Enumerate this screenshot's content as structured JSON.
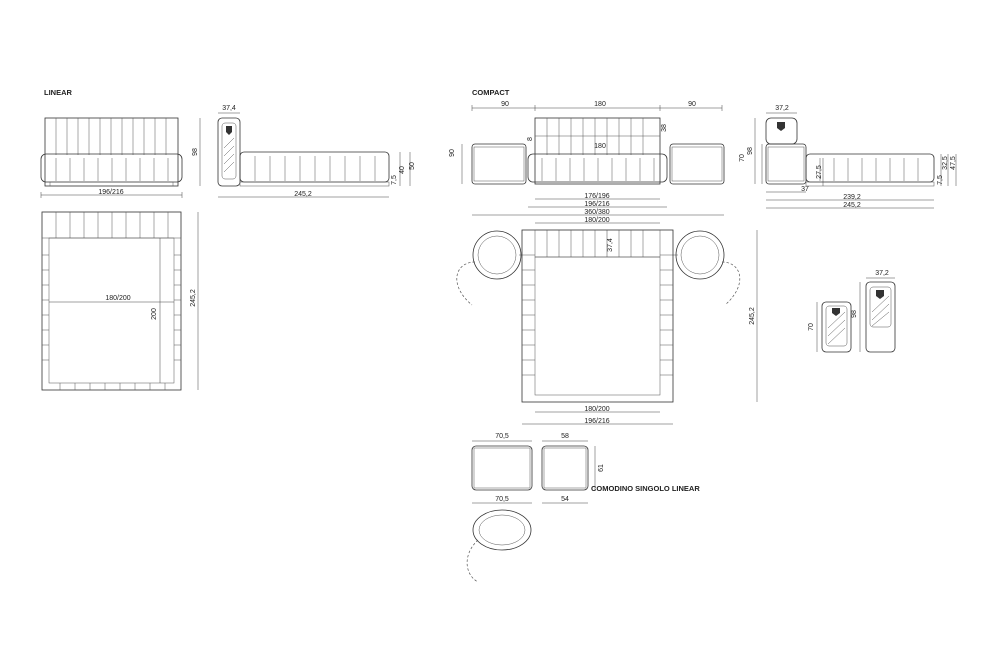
{
  "sections": {
    "linear": "LINEAR",
    "compact": "COMPACT",
    "nightstand": "COMODINO SINGOLO LINEAR"
  },
  "linear": {
    "front_width": "196/216",
    "front_height": "98",
    "side_length": "245,2",
    "side_h1": "7,5",
    "side_h2": "40",
    "side_h3": "50",
    "headboard_depth": "37,4",
    "plan_inner_width": "180/200",
    "plan_inner_length": "200",
    "plan_length": "245,2"
  },
  "compact": {
    "top_left": "90",
    "top_center": "180",
    "top_right": "90",
    "center_label": "180",
    "left_height": "90",
    "small_h": "8",
    "right_h": "38",
    "w1": "176/196",
    "w2": "196/216",
    "w3": "360/380",
    "w4": "180/200",
    "plan_depth": "37,4",
    "plan_length": "245,2",
    "plan_inner_width": "180/200",
    "plan_width": "196/216",
    "side_depth": "37,2",
    "side_h_a": "98",
    "side_h_b": "70",
    "side_seg": "37",
    "side_total_a": "239,2",
    "side_total_b": "245,2",
    "side_h1": "7,5",
    "side_h2": "27,5",
    "side_h3": "32,5",
    "side_h4": "47,5",
    "stand_h": "70",
    "panel_h": "98",
    "panel_depth": "37,2"
  },
  "nightstand": {
    "top_a": "70,5",
    "top_b": "58",
    "height": "61",
    "bottom_a": "70,5",
    "bottom_b": "54"
  }
}
